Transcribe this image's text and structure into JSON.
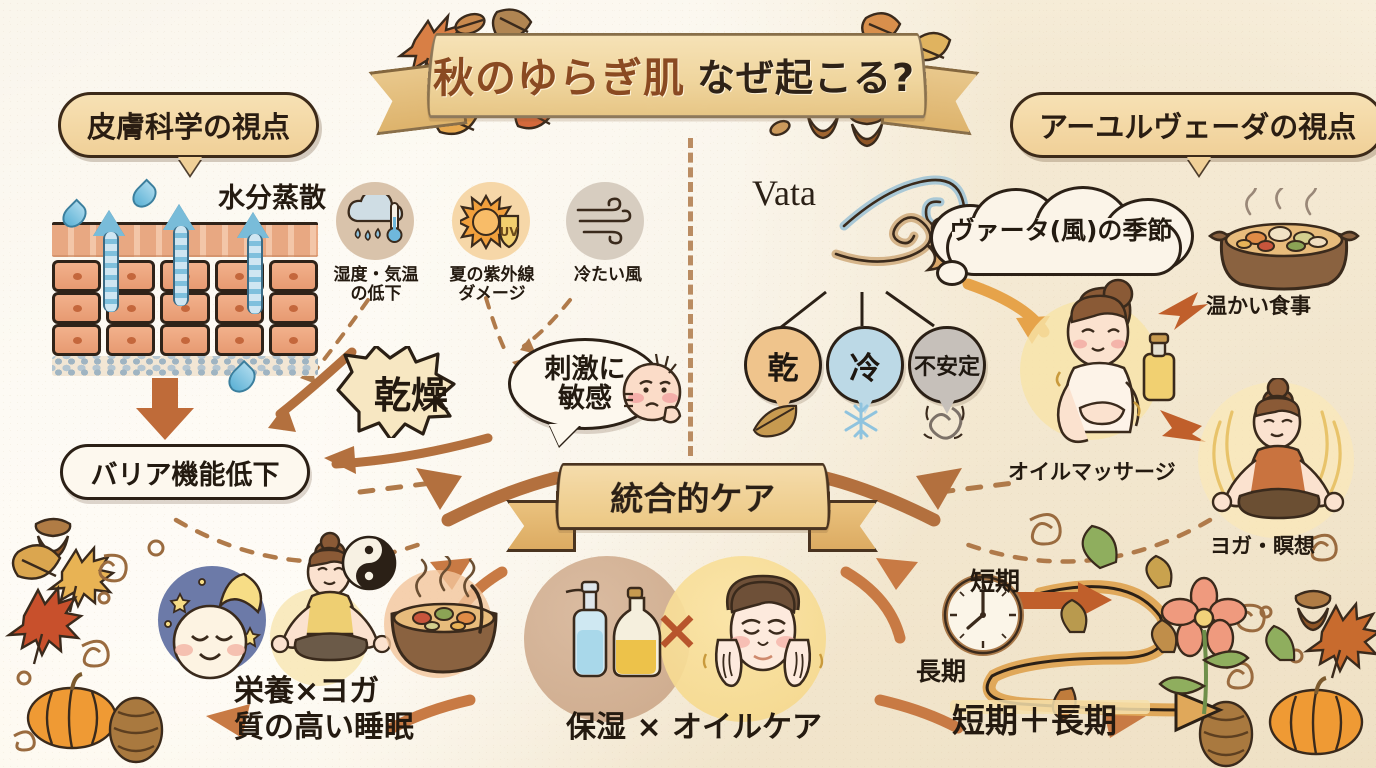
{
  "title": {
    "part1": "秋のゆらぎ肌",
    "part2": "なぜ起こる?"
  },
  "sections": {
    "left_header": "皮膚科学の視点",
    "right_header": "アーユルヴェーダの視点"
  },
  "left_panel": {
    "evaporation_label": "水分蒸散",
    "factors": [
      {
        "label_line1": "湿度・気温",
        "label_line2": "の低下",
        "icon": "rain-cloud-thermometer-icon",
        "circle_color": "#d9c3ab"
      },
      {
        "label_line1": "夏の紫外線",
        "label_line2": "ダメージ",
        "icon": "sun-uv-shield-icon",
        "circle_color": "#f6d7a8"
      },
      {
        "label_line1": "冷たい風",
        "label_line2": "",
        "icon": "cold-wind-icon",
        "circle_color": "#d7cdc0"
      }
    ],
    "dryness_burst": "乾燥",
    "sensitive_bubble_line1": "刺激に",
    "sensitive_bubble_line2": "敏感",
    "barrier_bubble": "バリア機能低下"
  },
  "right_panel": {
    "vata_label": "Vata",
    "cloud_bubble": "ヴァータ(風)の季節",
    "qualities": [
      {
        "label": "乾",
        "color": "#efc48c",
        "icon": "dry-leaf-icon"
      },
      {
        "label": "冷",
        "color": "#bcd9e6",
        "icon": "snowflake-icon"
      },
      {
        "label": "不安定",
        "color": "#c6c0ba",
        "icon": "spiral-icon"
      }
    ],
    "care_items": [
      {
        "label": "オイルマッサージ",
        "icon": "oil-massage-icon"
      },
      {
        "label": "温かい食事",
        "icon": "hot-pot-icon"
      },
      {
        "label": "ヨガ・瞑想",
        "icon": "meditation-icon"
      }
    ]
  },
  "integration": {
    "banner": "統合的ケア",
    "bottom_left_line1": "栄養×ヨガ",
    "bottom_left_line2": "質の高い睡眠",
    "bottom_center": "保湿 × オイルケア",
    "bottom_center_x": "×",
    "bottom_right_short": "短期",
    "bottom_right_long": "長期",
    "bottom_right_total": "短期＋長期"
  },
  "colors": {
    "background": "#faf3e3",
    "ribbon": "#f0d69f",
    "accent_brown": "#8a4a22",
    "arrow_orange": "#c06a38",
    "ink": "#2b2016",
    "water_blue": "#79bcd9"
  }
}
